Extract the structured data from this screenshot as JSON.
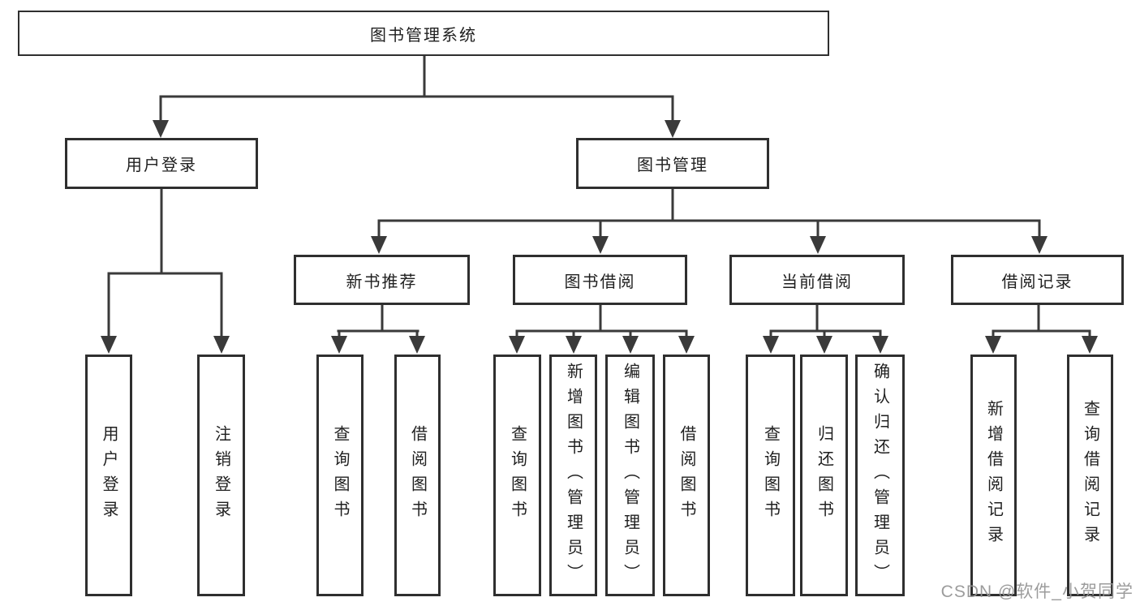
{
  "diagram": {
    "line_color": "#3a3a3a",
    "nodes": {
      "root": {
        "label": "图书管理系统"
      },
      "user_login": {
        "label": "用户登录"
      },
      "book_mgmt": {
        "label": "图书管理"
      },
      "new_book_rec": {
        "label": "新书推荐"
      },
      "book_borrow": {
        "label": "图书借阅"
      },
      "current_borrow": {
        "label": "当前借阅"
      },
      "borrow_record": {
        "label": "借阅记录"
      },
      "leaf_user_login": {
        "label": "用户登录"
      },
      "leaf_logout": {
        "label": "注销登录"
      },
      "leaf_query_book_rec": {
        "label": "查询图书"
      },
      "leaf_borrow_book_rec": {
        "label": "借阅图书"
      },
      "leaf_query_book_borrow": {
        "label": "查询图书"
      },
      "leaf_add_book": {
        "label": "新增图书（管理员）"
      },
      "leaf_edit_book": {
        "label": "编辑图书（管理员）"
      },
      "leaf_borrow_book_borrow": {
        "label": "借阅图书"
      },
      "leaf_query_book_current": {
        "label": "查询图书"
      },
      "leaf_return_book": {
        "label": "归还图书"
      },
      "leaf_confirm_return": {
        "label": "确认归还（管理员）"
      },
      "leaf_add_borrow_record": {
        "label": "新增借阅记录"
      },
      "leaf_query_borrow_record": {
        "label": "查询借阅记录"
      }
    },
    "structure": {
      "root": [
        "user_login",
        "book_mgmt"
      ],
      "user_login": [
        "leaf_user_login",
        "leaf_logout"
      ],
      "book_mgmt": [
        "new_book_rec",
        "book_borrow",
        "current_borrow",
        "borrow_record"
      ],
      "new_book_rec": [
        "leaf_query_book_rec",
        "leaf_borrow_book_rec"
      ],
      "book_borrow": [
        "leaf_query_book_borrow",
        "leaf_add_book",
        "leaf_edit_book",
        "leaf_borrow_book_borrow"
      ],
      "current_borrow": [
        "leaf_query_book_current",
        "leaf_return_book",
        "leaf_confirm_return"
      ],
      "borrow_record": [
        "leaf_add_borrow_record",
        "leaf_query_borrow_record"
      ]
    }
  },
  "watermark": {
    "text": "CSDN @软件_小贺同学"
  }
}
